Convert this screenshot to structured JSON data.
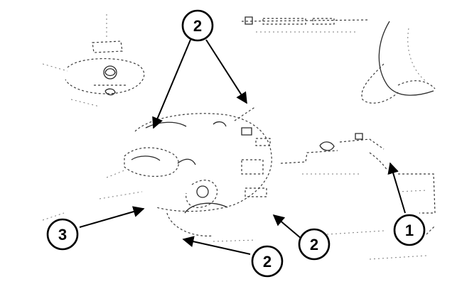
{
  "figure": {
    "callouts": [
      {
        "id": "callout-top",
        "number": "2"
      },
      {
        "id": "callout-left",
        "number": "3"
      },
      {
        "id": "callout-bottom-middle",
        "number": "2"
      },
      {
        "id": "callout-bottom-right",
        "number": "2"
      },
      {
        "id": "callout-right",
        "number": "1"
      }
    ]
  },
  "colors": {
    "ink": "#000000",
    "background": "#ffffff"
  }
}
